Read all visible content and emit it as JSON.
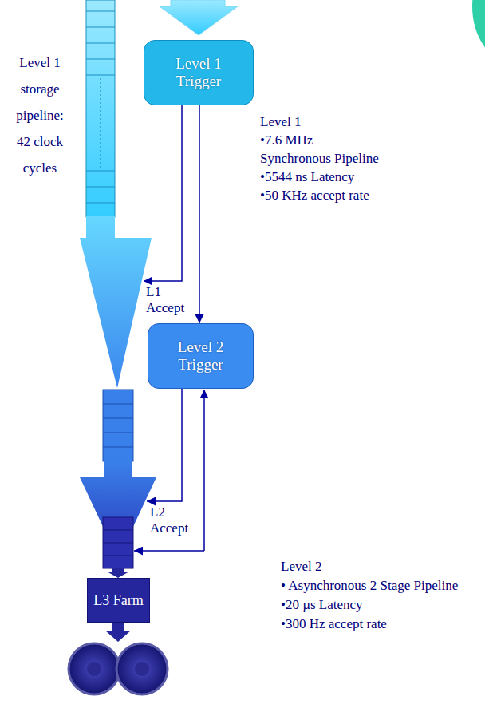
{
  "diagram": {
    "nodes": [
      {
        "text": [
          "Level 1 Trigger"
        ]
      },
      {
        "text": [
          "Level 2 Trigger"
        ]
      },
      {
        "text": [
          "L3 Farm"
        ]
      }
    ],
    "edges": [
      {
        "from": 0,
        "to": 1,
        "arrow": "to"
      }
    ],
    "labels": [
      "Level 1 storage pipeline: 42 clock cycles",
      "Level 1",
      "•7.6 MHz",
      "Synchronous Pipeline",
      "•5544 ns Latency",
      "•50 KHz accept rate",
      "L1 Accept",
      "L2 Accept",
      "Level 2",
      "• Asynchronous 2 Stage Pipeline",
      "•20 µs Latency",
      "•300 Hz accept rate"
    ]
  }
}
